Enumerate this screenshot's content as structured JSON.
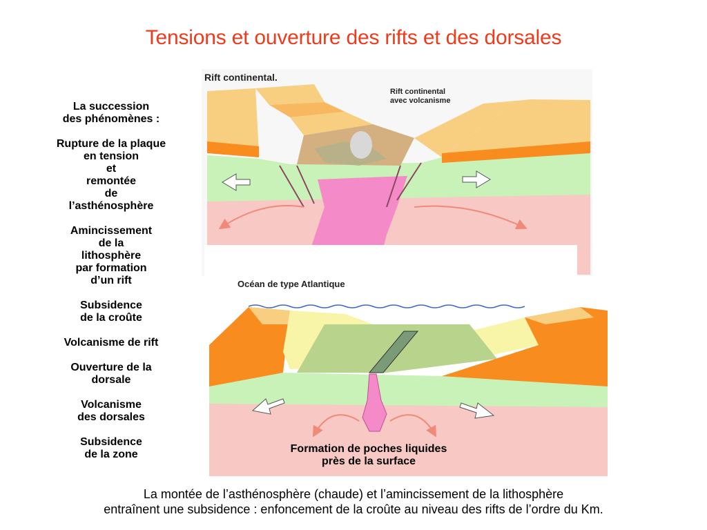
{
  "title": "Tensions et ouverture des rifts et des dorsales",
  "left_list": {
    "blocks": [
      [
        "La succession",
        "des phénomènes :"
      ],
      [
        "Rupture de la plaque",
        "en tension",
        "et",
        "remontée",
        "de",
        "l’asthénosphère"
      ],
      [
        "Amincissement",
        "de la",
        "lithosphère",
        "par formation",
        "d’un rift"
      ],
      [
        "Subsidence",
        "de la croûte"
      ],
      [
        "Volcanisme de rift"
      ],
      [
        "Ouverture de la",
        "dorsale"
      ],
      [
        "Volcanisme",
        "des dorsales"
      ],
      [
        "Subsidence",
        "de la zone"
      ]
    ]
  },
  "diagram_top": {
    "label": "Rift continental.",
    "sublabel_lines": [
      "Rift continental",
      "avec volcanisme"
    ]
  },
  "diagram_bottom": {
    "label": "Océan de type Atlantique",
    "overlay_lines": [
      "Formation de poches liquides",
      "près de la surface"
    ]
  },
  "caption_lines": [
    "La montée de l’asthénosphère (chaude) et l’amincissement de la lithosphère",
    "entraînent une subsidence : enfoncement de la croûte au niveau des rifts de l’ordre du Km."
  ],
  "colors": {
    "title": "#ee3b1c",
    "crust_orange": "#f98c1e",
    "crust_light": "#f8cf80",
    "lithosphere_green": "#c8f2b8",
    "asthenosphere_pink": "#f8c8c4",
    "magma_pink": "#f48ac8",
    "ocean_green": "#b8d48c",
    "sediment_yellow": "#f8f4a8",
    "arrow_red": "#f08a78"
  }
}
